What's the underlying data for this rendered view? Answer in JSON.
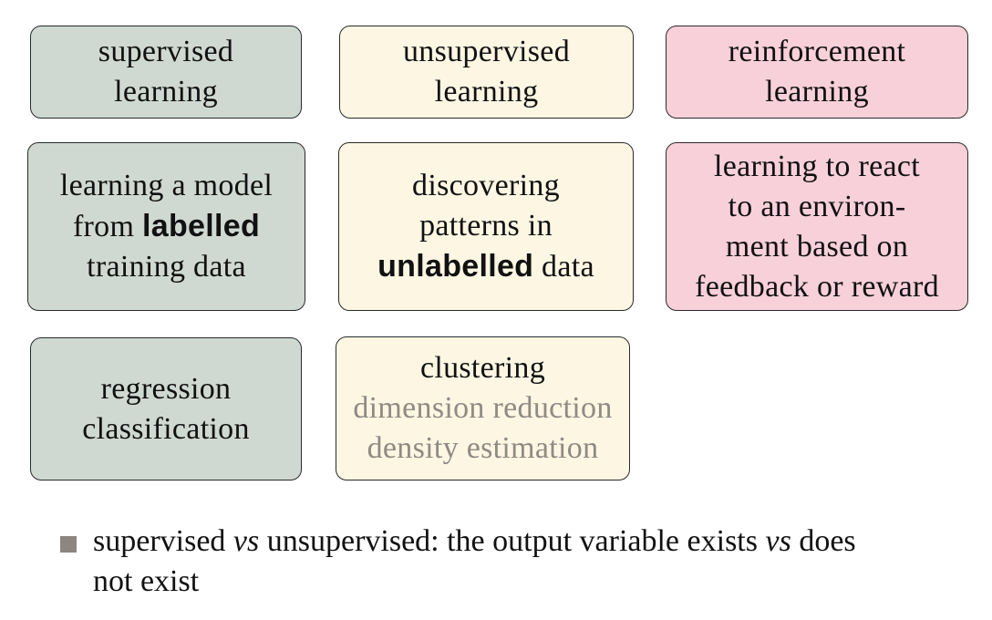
{
  "boxes": {
    "supervised_title": {
      "lines": [
        "supervised",
        "learning"
      ],
      "color": "#cfd9d1"
    },
    "unsupervised_title": {
      "lines": [
        "unsupervised",
        "learning"
      ],
      "color": "#fdf6e3"
    },
    "reinforcement_title": {
      "lines": [
        "reinforcement",
        "learning"
      ],
      "color": "#f8d0da"
    },
    "supervised_desc": {
      "line1": "learning a model",
      "line2_pre": "from ",
      "line2_bold": "labelled",
      "line3": "training data"
    },
    "unsupervised_desc": {
      "line1": "discovering",
      "line2": "patterns in",
      "line3_bold": "unlabelled",
      "line3_post": " data"
    },
    "reinforcement_desc": {
      "lines": [
        "learning to react",
        "to an environ-",
        "ment based on",
        "feedback or reward"
      ]
    },
    "supervised_tasks": {
      "lines": [
        "regression",
        "classification"
      ]
    },
    "unsupervised_tasks": {
      "primary": "clustering",
      "muted": [
        "dimension reduction",
        "density estimation"
      ]
    }
  },
  "bullet": {
    "part1": "supervised ",
    "vs1": "vs",
    "part2": " unsupervised: the output variable exists ",
    "vs2": "vs",
    "part3": " does",
    "line2": "not exist"
  }
}
